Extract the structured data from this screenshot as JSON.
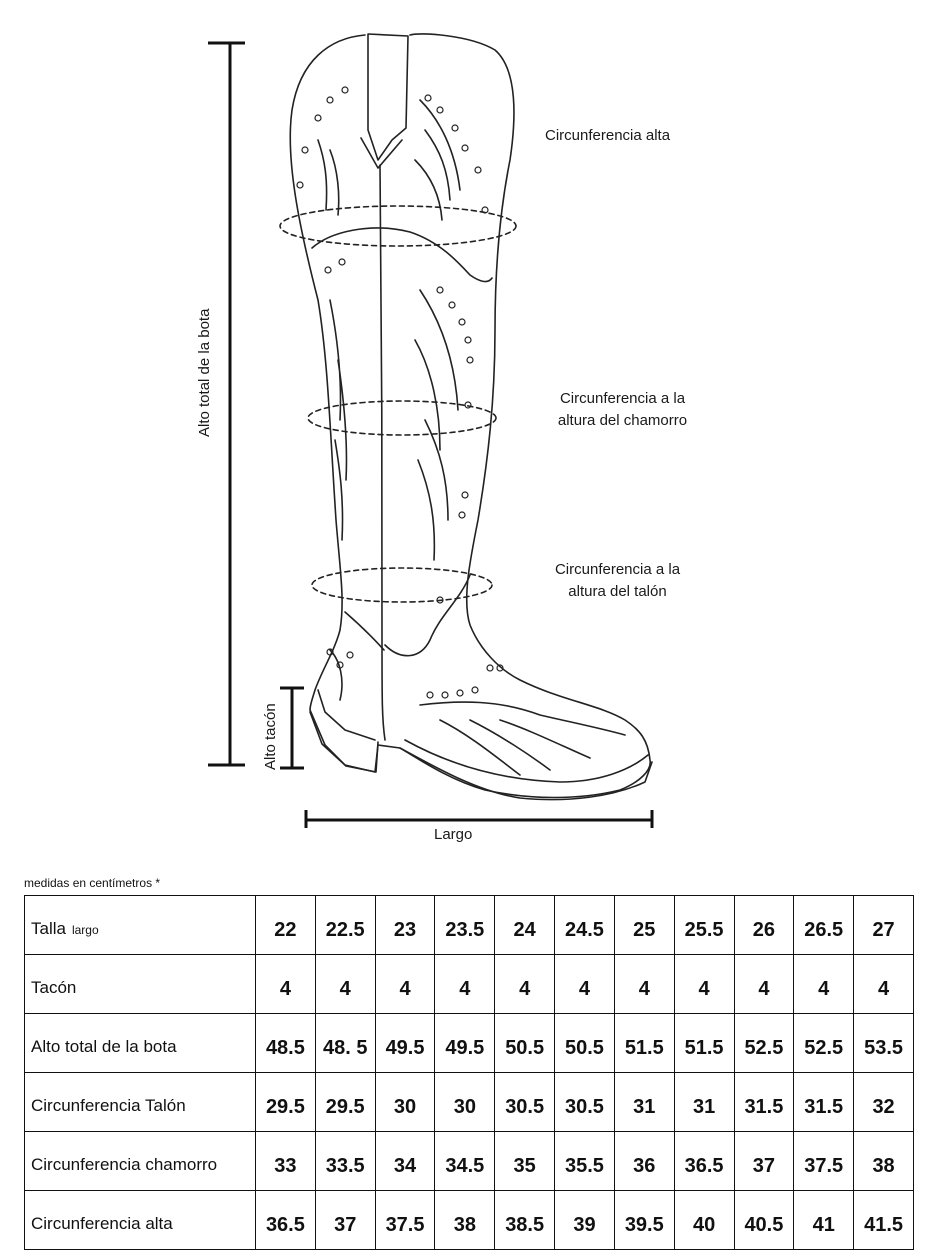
{
  "diagram": {
    "labels": {
      "circ_alta": "Circunferencia alta",
      "circ_chamorro_1": "Circunferencia a la",
      "circ_chamorro_2": "altura del chamorro",
      "circ_talon_1": "Circunferencia a la",
      "circ_talon_2": "altura del talón",
      "alto_total": "Alto total de la bota",
      "alto_tacon": "Alto tacón",
      "largo": "Largo"
    }
  },
  "note": "medidas en centímetros *",
  "table": {
    "rows": [
      {
        "label": "Talla",
        "sublabel": "largo",
        "values": [
          "22",
          "22.5",
          "23",
          "23.5",
          "24",
          "24.5",
          "25",
          "25.5",
          "26",
          "26.5",
          "27"
        ]
      },
      {
        "label": "Tacón",
        "values": [
          "4",
          "4",
          "4",
          "4",
          "4",
          "4",
          "4",
          "4",
          "4",
          "4",
          "4"
        ]
      },
      {
        "label": "Alto total de la bota",
        "values": [
          "48.5",
          "48. 5",
          "49.5",
          "49.5",
          "50.5",
          "50.5",
          "51.5",
          "51.5",
          "52.5",
          "52.5",
          "53.5"
        ]
      },
      {
        "label": "Circunferencia Talón",
        "values": [
          "29.5",
          "29.5",
          "30",
          "30",
          "30.5",
          "30.5",
          "31",
          "31",
          "31.5",
          "31.5",
          "32"
        ]
      },
      {
        "label": "Circunferencia chamorro",
        "values": [
          "33",
          "33.5",
          "34",
          "34.5",
          "35",
          "35.5",
          "36",
          "36.5",
          "37",
          "37.5",
          "38"
        ]
      },
      {
        "label": "Circunferencia alta",
        "values": [
          "36.5",
          "37",
          "37.5",
          "38",
          "38.5",
          "39",
          "39.5",
          "40",
          "40.5",
          "41",
          "41.5"
        ]
      }
    ]
  }
}
